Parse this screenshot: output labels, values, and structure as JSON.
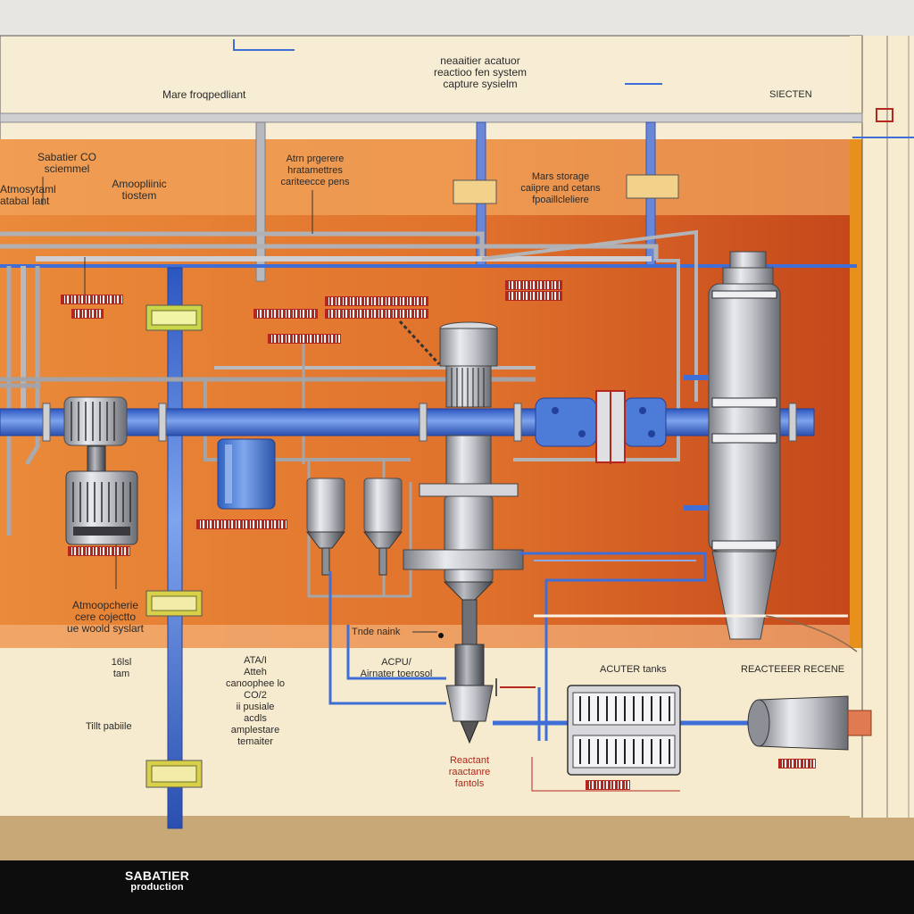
{
  "labels": {
    "top_center": "neaaitier acatuor\nreactioo fen system\ncapture sysielm",
    "top_left": "Mare froqpedliant",
    "top_right": "SIECTEN",
    "sabatier_co": "Sabatier CO\nsciemmel",
    "atmosphere_tank": "Atmosytaml\natabal lant",
    "atmospheric_left": "Amoopliinic\ntiostem",
    "atmo_processor": "Atrn prgerere\nhratamettres\ncariteecce pens",
    "mars_storage": "Mars storage\ncaiipre and cetans\nfpoaillcleliere",
    "atmospheric_capture": "Atmoopcherie\ncere cojectto\nue woold syslart",
    "tank_small": "16lsl\ntam",
    "filter_particle": "Tillt pabiile",
    "atmosphere_co2": "ATA/I\nAtteh\ncanoophee lo\nCO/2\nii pusiale\nacdls\namplestare\ntemaiter",
    "acpu": "ACPU/\nAirnater toerosol",
    "tnde_tank": "Tnde naink",
    "acuter_tanks": "ACUTER tanks",
    "reacteer_recene": "REACTEEER RECENE",
    "reactant": "Reactant\nraactanre\nfantols"
  },
  "brand": {
    "title": "SABATIER",
    "subtitle": "production"
  },
  "colors": {
    "pipe_blue": "#3f6fd6",
    "pipe_gray": "#a9a9ae",
    "orange": "#e8873a",
    "dark_orange": "#c9531c",
    "cream": "#f7ecd0",
    "tag_red": "#b5271c",
    "ground": "#c8a878"
  }
}
